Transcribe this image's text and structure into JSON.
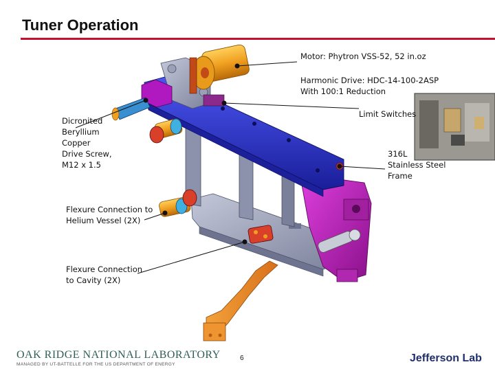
{
  "title": "Tuner Operation",
  "labels": {
    "motor": "Motor: Phytron VSS-52, 52 in.oz",
    "harmonic_line1": "Harmonic Drive: HDC-14-100-2ASP",
    "harmonic_line2": "With 100:1 Reduction",
    "limit_switches": "Limit Switches",
    "screw": [
      "Dicronited",
      "Beryllium",
      "Copper",
      "Drive Screw,",
      "M12 x 1.5"
    ],
    "frame": [
      "316L",
      "Stainless Steel",
      "Frame"
    ],
    "flex_helium": [
      "Flexure Connection to",
      "Helium Vessel (2X)"
    ],
    "flex_cavity": [
      "Flexure Connection",
      "to Cavity (2X)"
    ]
  },
  "footer": {
    "ornl_name": "OAK RIDGE NATIONAL LABORATORY",
    "ornl_tagline": "MANAGED BY UT-BATTELLE FOR THE US DEPARTMENT OF ENERGY",
    "page_number": "6",
    "jlab": "Jefferson Lab"
  },
  "colors": {
    "title_rule": "#c8102e",
    "frame_blue": "#2a2fd0",
    "frame_magenta": "#c818c8",
    "plate_gray": "#9aa0b8",
    "motor_orange": "#f0a020",
    "flexure_orange": "#e8861c",
    "flexure_red": "#d8402a"
  }
}
